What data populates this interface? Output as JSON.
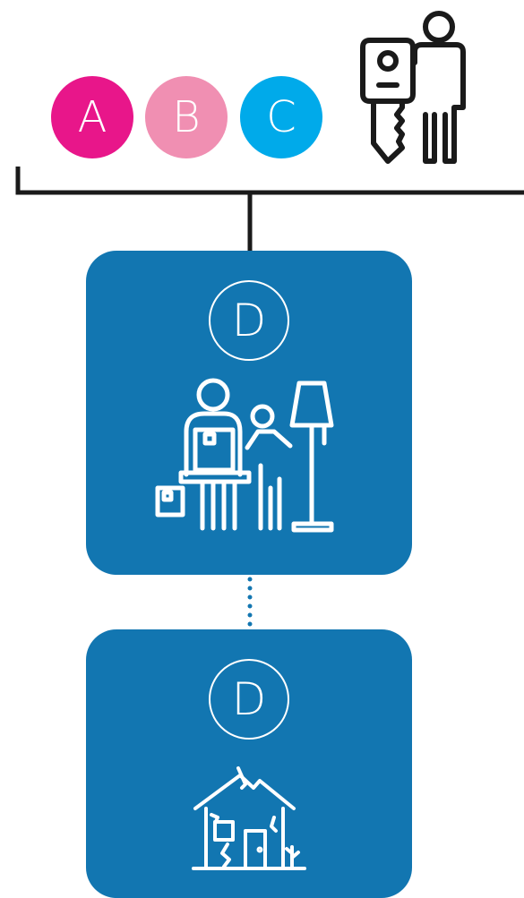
{
  "top_row": {
    "circles": [
      {
        "label": "A",
        "color": "#e8168a"
      },
      {
        "label": "B",
        "color": "#f08fb2"
      },
      {
        "label": "C",
        "color": "#00aaea"
      }
    ],
    "owner_icon": "key-person-icon"
  },
  "cards": [
    {
      "letter": "D",
      "icon": "person-moving-furniture-icon",
      "color": "#1276b1"
    },
    {
      "letter": "D",
      "icon": "damaged-house-icon",
      "color": "#1276b1"
    }
  ],
  "connector_color": "#1a1a1a",
  "dotted_connector_color": "#1276b1"
}
